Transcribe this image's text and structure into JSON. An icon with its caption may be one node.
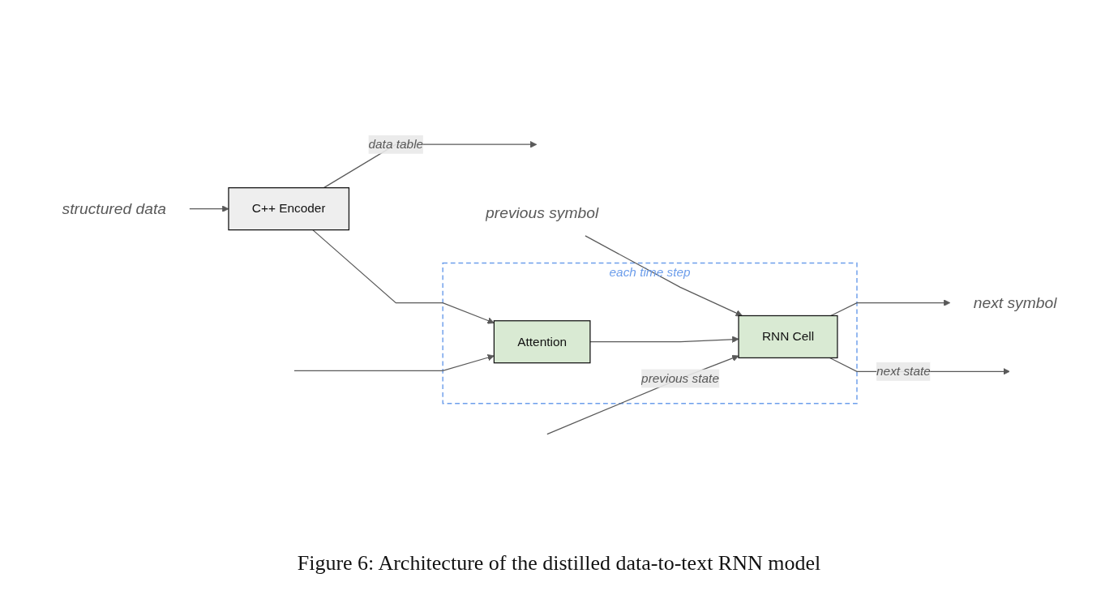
{
  "diagram": {
    "caption": "Figure 6: Architecture of the distilled data-to-text RNN model",
    "nodes": [
      {
        "text": [
          "structured data"
        ]
      },
      {
        "text": [
          "C++ Encoder"
        ]
      },
      {
        "text": [
          "each time step"
        ]
      },
      {
        "text": [
          "Attention"
        ],
        "in": 2
      },
      {
        "text": [
          "RNN Cell"
        ],
        "in": 2
      },
      {
        "text": [
          "next symbol"
        ]
      },
      {
        "text": [
          "previous symbol"
        ]
      }
    ],
    "edges": [
      {
        "from": 0,
        "to": 1,
        "arrow": "to"
      },
      {
        "from": 1,
        "to": null,
        "label": "data table",
        "arrow": "to"
      },
      {
        "from": 1,
        "to": 3,
        "arrow": "to"
      },
      {
        "from": null,
        "to": 4,
        "label": "previous state",
        "arrow": "to"
      },
      {
        "from": null,
        "to": 3,
        "arrow": "to"
      },
      {
        "from": 3,
        "to": 4,
        "arrow": "to"
      },
      {
        "from": 4,
        "to": 5,
        "arrow": "to"
      },
      {
        "from": 6,
        "to": 4,
        "arrow": "to"
      },
      {
        "from": 4,
        "to": null,
        "label": "next state",
        "arrow": "to"
      }
    ]
  }
}
